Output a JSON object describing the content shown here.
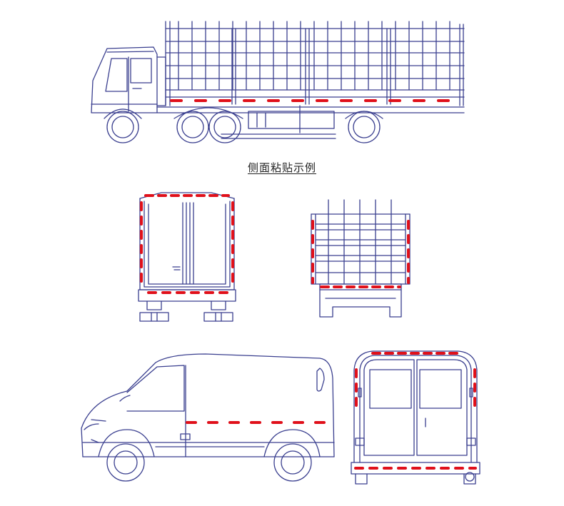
{
  "caption": "侧面粘贴示例",
  "colors": {
    "line": "#3a3f8f",
    "tape_red": "#e0101a",
    "tape_white": "#ffffff",
    "background": "#ffffff"
  },
  "drawings": [
    {
      "id": "truck-side",
      "view": "side"
    },
    {
      "id": "box-truck-rear",
      "view": "rear"
    },
    {
      "id": "stake-truck-rear",
      "view": "rear"
    },
    {
      "id": "van-side",
      "view": "side"
    },
    {
      "id": "van-rear",
      "view": "rear"
    }
  ]
}
